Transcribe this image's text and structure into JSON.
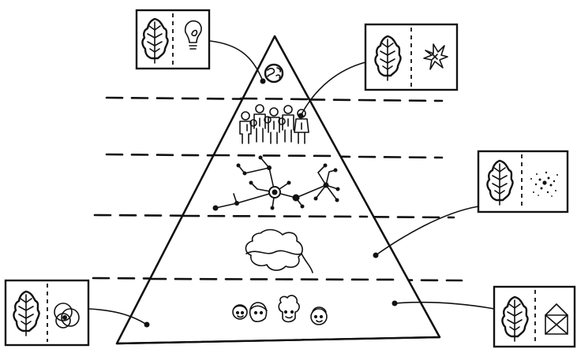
{
  "diagram": {
    "levels": [
      {
        "name": "planet"
      },
      {
        "name": "people"
      },
      {
        "name": "network"
      },
      {
        "name": "territory"
      },
      {
        "name": "individuals"
      }
    ],
    "cards": [
      {
        "name": "card-idea",
        "left_icon": "oak-leaf-icon",
        "right_icon": "lightbulb-icon"
      },
      {
        "name": "card-spark",
        "left_icon": "oak-leaf-icon",
        "right_icon": "spark-icon"
      },
      {
        "name": "card-scatter",
        "left_icon": "oak-leaf-icon",
        "right_icon": "scattered-dots-icon"
      },
      {
        "name": "card-rings",
        "left_icon": "oak-leaf-icon",
        "right_icon": "overlapping-circles-icon"
      },
      {
        "name": "card-house",
        "left_icon": "oak-leaf-icon",
        "right_icon": "house-icon"
      }
    ]
  }
}
